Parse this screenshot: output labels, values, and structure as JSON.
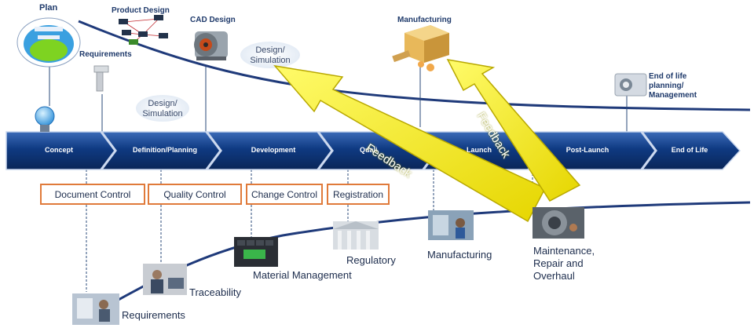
{
  "top_labels": {
    "plan": "Plan",
    "product_design": "Product Design",
    "cad_design": "CAD Design",
    "requirements": "Requirements",
    "design_sim_1": "Design/\nSimulation",
    "design_sim_2": "Design/\nSimulation",
    "manufacturing": "Manufacturing",
    "end_of_life": "End of life\nplanning/\nManagement"
  },
  "stages": [
    "Concept",
    "Definition/Planning",
    "Development",
    "Quali",
    "Launch",
    "Post-Launch",
    "End of Life"
  ],
  "orange_boxes": [
    "Document Control",
    "Quality Control",
    "Change Control",
    "Registration"
  ],
  "feedback": [
    "Feedback",
    "Feedback"
  ],
  "bottom_labels": {
    "requirements": "Requirements",
    "traceability": "Traceability",
    "material_management": "Material Management",
    "regulatory": "Regulatory",
    "manufacturing": "Manufacturing",
    "mro": "Maintenance,\nRepair and\nOverhaul"
  },
  "colors": {
    "bar_dark": "#0b2d6b",
    "bar_light": "#2a5aa8",
    "curve": "#1f3a7a",
    "orange": "#e07a3a",
    "arrow_yellow": "#f5ef1a"
  }
}
